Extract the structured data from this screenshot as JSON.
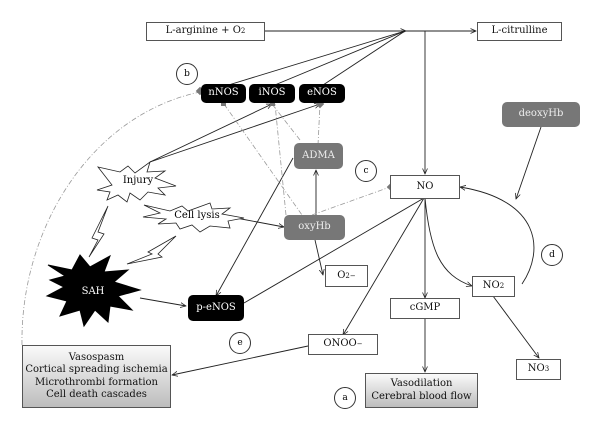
{
  "nodes": {
    "larginine": {
      "label": "L-arginine + O",
      "sub": "2"
    },
    "lcitrulline": {
      "label": "L-citrulline"
    },
    "nnos": {
      "label": "nNOS"
    },
    "inos": {
      "label": "iNOS"
    },
    "enos": {
      "label": "eNOS"
    },
    "deoxyhb": {
      "label": "deoxyHb"
    },
    "adma": {
      "label": "ADMA"
    },
    "no": {
      "label": "NO"
    },
    "injury": {
      "label": "Injury"
    },
    "celllysis": {
      "label": "Cell lysis"
    },
    "oxyhb": {
      "label": "oxyHb"
    },
    "superoxide": {
      "label": "O",
      "sub": "2",
      "sup": "−"
    },
    "sah": {
      "label": "SAH"
    },
    "penos": {
      "label": "p-eNOS"
    },
    "no2": {
      "label": "NO",
      "sub": "2"
    },
    "cgmp": {
      "label": "cGMP"
    },
    "onoo": {
      "label": "ONOO",
      "sup": "−"
    },
    "no3": {
      "label": "NO",
      "sub": "3"
    },
    "outcomes_bad": {
      "lines": [
        "Vasospasm",
        "Cortical spreading ischemia",
        "Microthrombi formation",
        "Cell death cascades"
      ]
    },
    "outcomes_good": {
      "lines": [
        "Vasodilation",
        "Cerebral blood flow"
      ]
    }
  },
  "markers": {
    "a": "a",
    "b": "b",
    "c": "c",
    "d": "d",
    "e": "e"
  }
}
